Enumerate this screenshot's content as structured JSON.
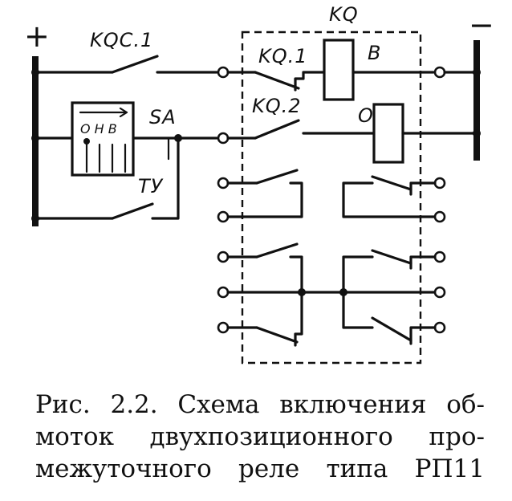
{
  "figure": {
    "labels": {
      "plus": "+",
      "minus": "−",
      "kqc1": "KQC.1",
      "kq": "KQ",
      "kq1": "KQ.1",
      "b": "B",
      "sa": "SA",
      "kq2": "KQ.2",
      "o": "O",
      "tu": "TУ",
      "switch_positions": "О Н В"
    }
  },
  "caption": {
    "line1": "Рис. 2.2. Схема включения об-",
    "line2": "моток двухпозиционного про-",
    "line3": "межуточного реле типа РП11"
  }
}
